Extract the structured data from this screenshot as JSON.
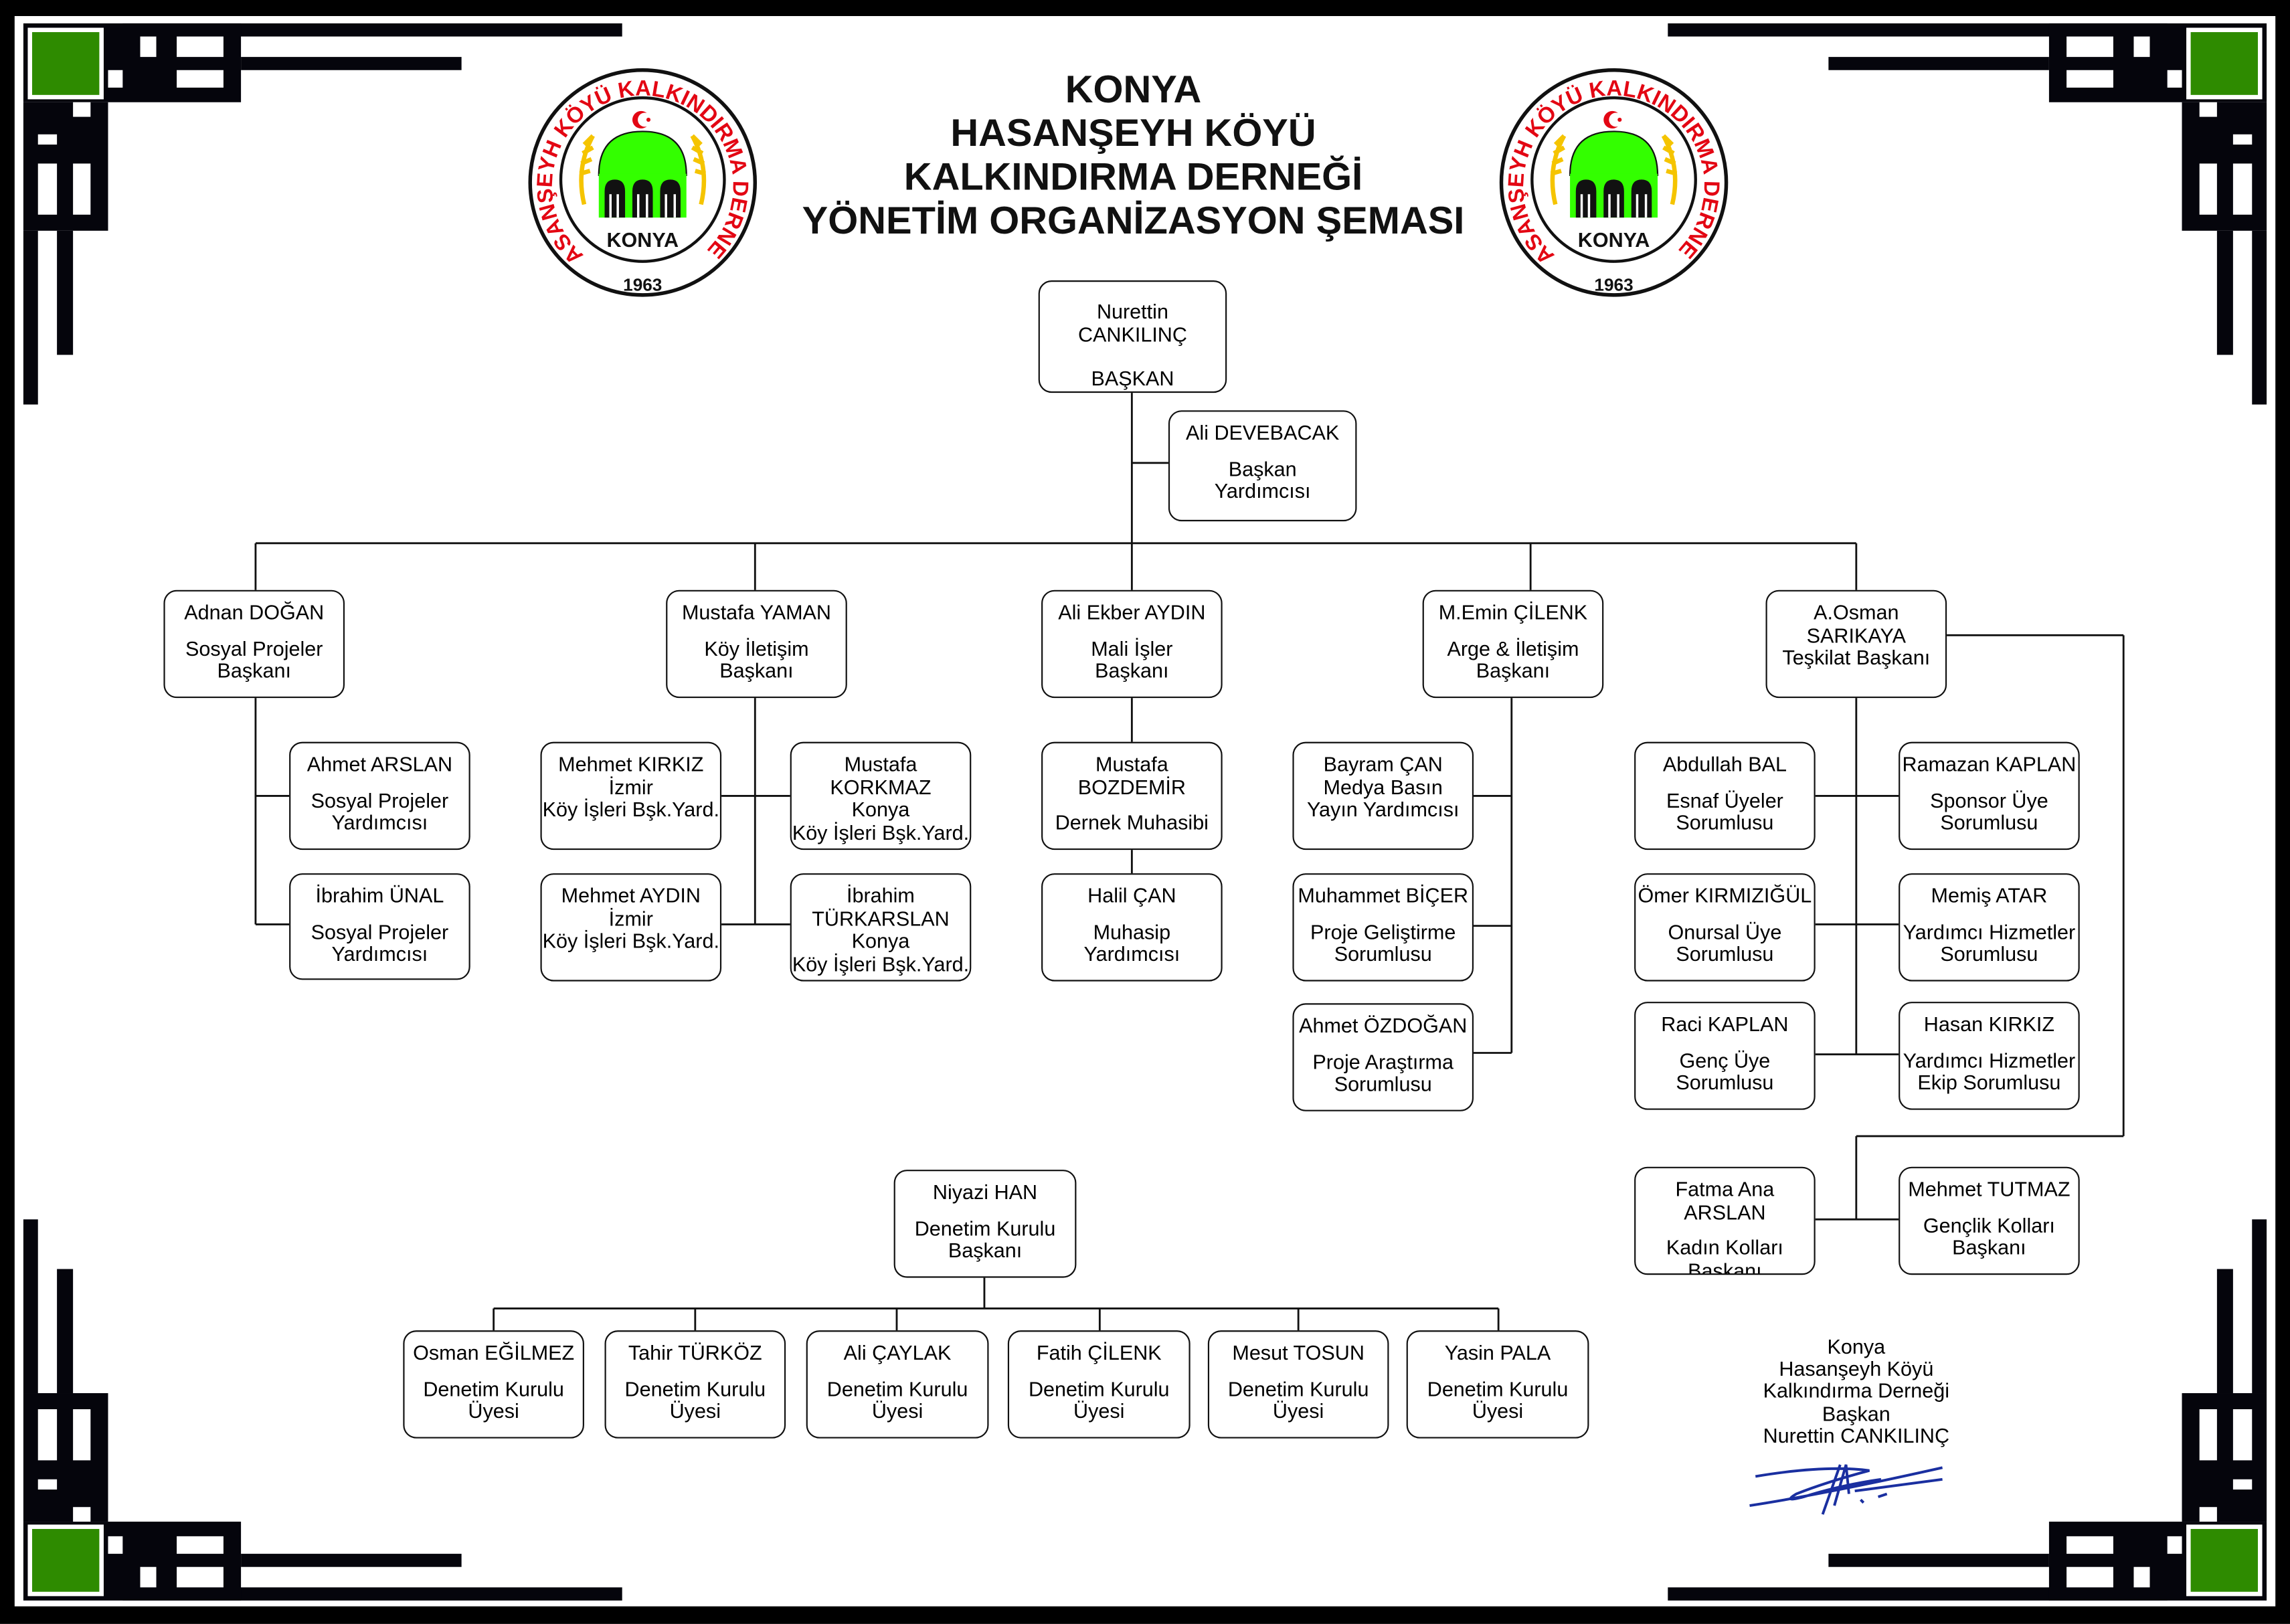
{
  "title": {
    "lines": [
      "KONYA",
      "HASANŞEYH KÖYÜ",
      "KALKINDIRMA DERNEĞİ",
      "YÖNETİM ORGANİZASYON ŞEMASI"
    ]
  },
  "logo": {
    "ring_text": "HASANŞEYH KÖYÜ KALKINDIRMA DERNEĞİ",
    "city": "KONYA",
    "year": "1963"
  },
  "colors": {
    "frame": "#000000",
    "accent_green": "#2e8b00",
    "logo_red": "#e30613",
    "dome_green": "#33ff00",
    "wheat": "#f5c400",
    "signature_blue": "#1a2fa0"
  },
  "nodes": {
    "baskan": {
      "name": "Nurettin CANKILINÇ",
      "title": "BAŞKAN"
    },
    "baskan_yard": {
      "name": "Ali DEVEBACAK",
      "title": "Başkan\nYardımcısı"
    },
    "sosyal": {
      "name": "Adnan DOĞAN",
      "title": "Sosyal Projeler\nBaşkanı"
    },
    "koy": {
      "name": "Mustafa YAMAN",
      "title": "Köy İletişim\nBaşkanı"
    },
    "mali": {
      "name": "Ali Ekber AYDIN",
      "title": "Mali İşler\nBaşkanı"
    },
    "arge": {
      "name": "M.Emin ÇİLENK",
      "title": "Arge & İletişim\nBaşkanı"
    },
    "teskilat": {
      "name": "A.Osman\nSARIKAYA",
      "title": "Teşkilat Başkanı"
    },
    "ahmet_arslan": {
      "name": "Ahmet ARSLAN",
      "title": "Sosyal Projeler\nYardımcısı"
    },
    "ibrahim_unal": {
      "name": "İbrahim ÜNAL",
      "title": "Sosyal Projeler\nYardımcısı"
    },
    "mehmet_kirkiz": {
      "name": "Mehmet KIRKIZ\nİzmir",
      "title": "Köy İşleri Bşk.Yard."
    },
    "mustafa_korkmaz": {
      "name": "Mustafa KORKMAZ\nKonya",
      "title": "Köy İşleri Bşk.Yard."
    },
    "mehmet_aydin": {
      "name": "Mehmet AYDIN\nİzmir",
      "title": "Köy İşleri Bşk.Yard."
    },
    "ibrahim_turkarslan": {
      "name": "İbrahim\nTÜRKARSLAN\nKonya",
      "title": "Köy İşleri Bşk.Yard."
    },
    "mustafa_bozdemir": {
      "name": "Mustafa BOZDEMİR",
      "title": "Dernek Muhasibi"
    },
    "halil_can": {
      "name": "Halil ÇAN",
      "title": "Muhasip Yardımcısı"
    },
    "bayram_can": {
      "name": "Bayram ÇAN",
      "title": "Medya Basın\nYayın Yardımcısı"
    },
    "muhammet_bicer": {
      "name": "Muhammet BİÇER",
      "title": "Proje Geliştirme\nSorumlusu"
    },
    "ahmet_ozdogan": {
      "name": "Ahmet ÖZDOĞAN",
      "title": "Proje Araştırma\nSorumlusu"
    },
    "abdullah_bal": {
      "name": "Abdullah BAL",
      "title": "Esnaf Üyeler\nSorumlusu"
    },
    "ramazan_kaplan": {
      "name": "Ramazan KAPLAN",
      "title": "Sponsor Üye\nSorumlusu"
    },
    "omer_kirmizigul": {
      "name": "Ömer KIRMIZIĞÜL",
      "title": "Onursal Üye\nSorumlusu"
    },
    "memis_atar": {
      "name": "Memiş ATAR",
      "title": "Yardımcı Hizmetler\nSorumlusu"
    },
    "raci_kaplan": {
      "name": "Raci KAPLAN",
      "title": "Genç Üye\nSorumlusu"
    },
    "hasan_kirkiz": {
      "name": "Hasan KIRKIZ",
      "title": "Yardımcı Hizmetler\nEkip Sorumlusu"
    },
    "fatma_arslan": {
      "name": "Fatma Ana ARSLAN",
      "title": "Kadın Kolları\nBaşkanı"
    },
    "mehmet_tutmaz": {
      "name": "Mehmet TUTMAZ",
      "title": "Gençlik Kolları\nBaşkanı"
    },
    "niyazi_han": {
      "name": "Niyazi HAN",
      "title": "Denetim Kurulu\nBaşkanı"
    },
    "osman_egilmez": {
      "name": "Osman EĞİLMEZ",
      "title": "Denetim Kurulu\nÜyesi"
    },
    "tahir_turkoz": {
      "name": "Tahir TÜRKÖZ",
      "title": "Denetim Kurulu\nÜyesi"
    },
    "ali_caylak": {
      "name": "Ali ÇAYLAK",
      "title": "Denetim Kurulu\nÜyesi"
    },
    "fatih_cilenk": {
      "name": "Fatih ÇİLENK",
      "title": "Denetim Kurulu\nÜyesi"
    },
    "mesut_tosun": {
      "name": "Mesut TOSUN",
      "title": "Denetim Kurulu\nÜyesi"
    },
    "yasin_pala": {
      "name": "Yasin  PALA",
      "title": "Denetim Kurulu\nÜyesi"
    }
  },
  "signature_block": {
    "lines": [
      "Konya",
      "Hasanşeyh Köyü",
      "Kalkındırma Derneği",
      "Başkan",
      "Nurettin CANKILINÇ"
    ]
  }
}
